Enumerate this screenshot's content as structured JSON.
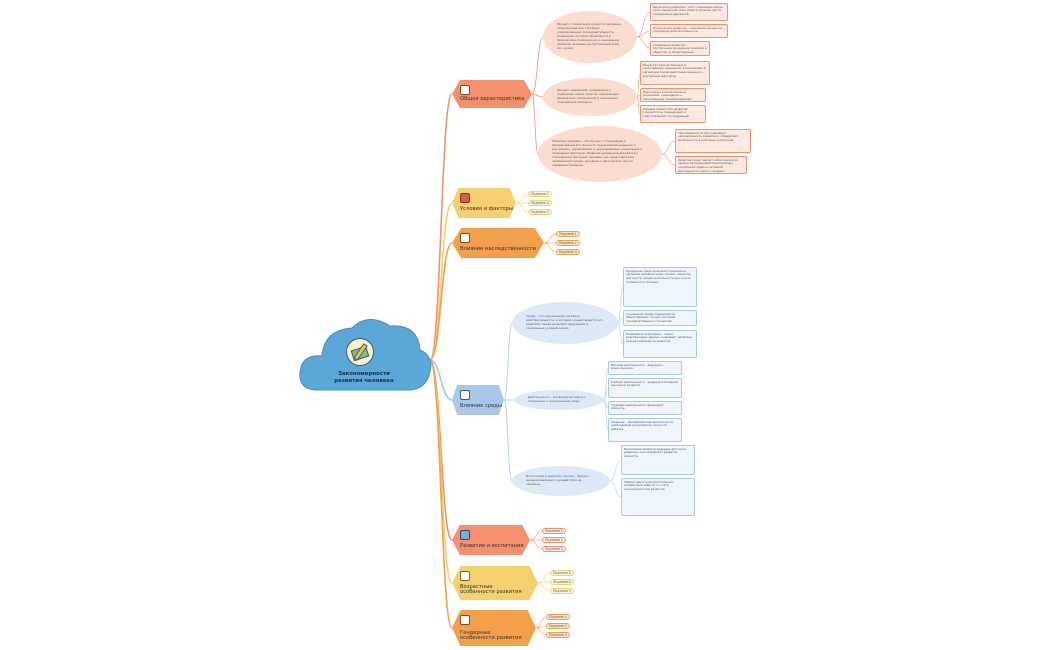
{
  "root": {
    "title_line1": "Закономерности",
    "title_line2": "развития человека",
    "color": "#5ba8d8"
  },
  "branches": {
    "general": {
      "label": "Общая характеристика",
      "color": "#f5906e",
      "icon": "people-icon",
      "subs": [
        {
          "text": "Процесс становления личности человека, отражающий всю стройную упорядоченную последовательность изменений, которая проявляется в физическом, психическом и социальном развитии человека на протяжении всей его жизни.",
          "leaves": [
            "Физическое развитие – рост, изменение массы тела, мышечной силы, работа органов чувств, координация движений.",
            "Психическое развитие – изменения процессов отражения действительности.",
            "Социальное развитие – постепенное вхождение человека в общество, в общественные отношения."
          ]
        },
        {
          "text": "Процесс изменений, приводящих к появлению новых качеств, отражающих физическое, психическое и социальное становление человека.",
          "leaves": [
            "Результат количественных и качественных изменений, возникающих в организме под воздействием внешних и внутренних факторов.",
            "Накопление количественных изменений, приводящих к качественным преобразованиям.",
            "Каждый новый этап развития опирается на предыдущий и подготавливает последующий."
          ]
        },
        {
          "text": "Развитие человека – это процесс становления и формирования его личности под влиянием внешних и внутренних, управляемых и неуправляемых социальных и природных факторов. Развитие человека выражается в становлении присущих человеку как представителю человеческого рода, духовных и физических сил, их совершенствовании.",
          "leaves": [
            "Закономерности обусловливают направленность развития и определяют возможности воспитания и обучения.",
            "Развитие представляет собой результат процессов взаимодействия природы, социальной среды и активной деятельности самого человека."
          ]
        }
      ]
    },
    "conditions": {
      "label": "Условия и факторы",
      "color": "#f5d06e",
      "icon": "factor-icon",
      "pills": [
        "Подтема 1",
        "Подтема 2",
        "Подтема 3"
      ]
    },
    "heredity": {
      "label": "Влияние наследственности",
      "color": "#f2a04a",
      "icon": "document-icon",
      "pills": [
        "Подтема 1",
        "Подтема 2",
        "Подтема 3"
      ]
    },
    "environment": {
      "label": "Влияние среды",
      "color": "#a8c8ea",
      "icon": "group-icon",
      "subs": [
        {
          "text": "Среда – это окружающая человека действительность, в которой осуществляется его развитие. Среда включает природные и социальные условия жизни.",
          "leaves": [
            "Природная среда оказывает влияние на организм человека через климат, характер местности, продолжительность дня и ночи, особенности питания.",
            "Социальная среда определяется общественным строем, системой производственных отношений.",
            "Ближайшее окружение – семья, родственники, друзья, оказывают наиболее сильное влияние на развитие."
          ]
        },
        {
          "text": "Деятельность – это форма активного отношения к окружающему миру.",
          "leaves": [
            "Игровая деятельность – ведущая у дошкольников.",
            "Учебная деятельность – ведущая в младшем школьном возрасте.",
            "Трудовая деятельность формирует личность.",
            "Общение – важнейший вид деятельности, необходимый для развития личности ребёнка."
          ]
        },
        {
          "text": "Воспитание в широком смысле – процесс целенаправленного воздействия на человека.",
          "leaves": [
            "Воспитание является ведущим фактором развития, оно направляет развитие личности.",
            "Эффективность воспитательного воздействия зависит от учёта закономерностей развития."
          ]
        }
      ]
    },
    "upbringing": {
      "label": "Развитие и воспитание",
      "color": "#f5906e",
      "icon": "palette-icon",
      "pills": [
        "Подтема 1",
        "Подтема 2",
        "Подтема 3"
      ]
    },
    "age": {
      "label": "Возрастные особенности развития",
      "color": "#f5d06e",
      "icon": "person-icon",
      "pills": [
        "Подтема 1",
        "Подтема 2",
        "Подтема 3"
      ]
    },
    "gender": {
      "label": "Гендерные особенности развития",
      "color": "#f2a04a",
      "icon": "handshake-icon",
      "pills": [
        "Подтема 1",
        "Подтема 2",
        "Подтема 3"
      ]
    }
  }
}
